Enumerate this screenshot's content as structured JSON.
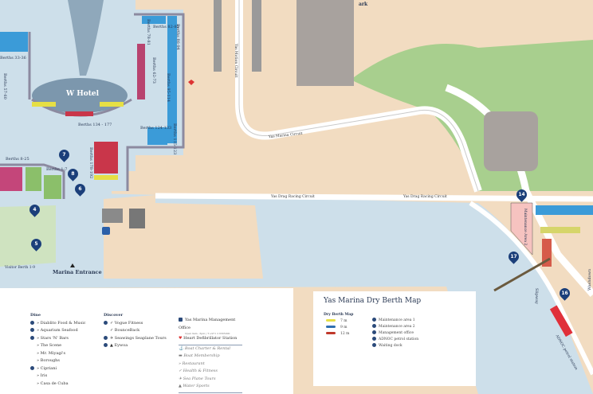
{
  "map": {
    "hotel": "W Hotel",
    "marina_entrance": "Marina Entrance",
    "visitor_berth": "Visitor Berth 1-9",
    "park_partial": "ark",
    "roads": {
      "yas_motion": "Yas Motion Circuit",
      "yas_marina": "Yas Marina Circuit",
      "drag_1": "Yas Drag Racing Circuit",
      "drag_2": "Yas Drag Racing Circuit"
    },
    "berths": [
      "Berths 33-36",
      "Berths 57-60",
      "Berths 134 - 177",
      "Berths 78-81",
      "Berths 82-85",
      "Berths 86-94",
      "Berths 62-73",
      "Berths 95-114",
      "Berths 124-133",
      "Berths 115-123",
      "Berths 178-192",
      "Berths 8-25",
      "Berths 1-7"
    ],
    "pins": [
      "7",
      "8",
      "6",
      "4",
      "5",
      "14",
      "17",
      "16"
    ],
    "maintenance_area_2": "Maintenance Area 2",
    "slipway": "Slipway",
    "adnoc": "ADNOC petrol station",
    "washdown": "Washdown",
    "colors": {
      "water": "#cddfea",
      "sand": "#f2dcc1",
      "green": "#a8cf8e",
      "pin": "#1b3f7a",
      "yellow_berth": "#e6df45",
      "blue_berth": "#2f8fd0",
      "red_berth": "#c9364a"
    }
  },
  "legend": {
    "dine": {
      "heading": "Dine",
      "items": [
        "Diablito Food & Music",
        "Aquarium Seafood",
        "Stars 'N' Bars",
        "The Scene",
        "Mr. Miyagi's",
        "Boroughs",
        "Cipriani",
        "Iris",
        "Casa de Cuba"
      ]
    },
    "discover": {
      "heading": "Discover",
      "items": [
        "Vogue Fitness",
        "BounceBack",
        "Seawings Seaplane Tours",
        "Eywoa"
      ]
    },
    "office": {
      "label": "Yas Marina Management Office",
      "hours": "Open 9am - 6pm | T:+971 2 6565000"
    },
    "defib": "Heart Defibrillator Station",
    "categories": [
      "Boat Charter & Rental",
      "Boat Membership",
      "Restaurant",
      "Health & Fitness",
      "Sea Plane Tours",
      "Water Sports"
    ]
  },
  "dry_berth": {
    "title": "Yas Marina Dry Berth Map",
    "subtitle": "Dry Berth Map",
    "sizes": [
      {
        "label": "7 m",
        "color": "#e6df45"
      },
      {
        "label": "9 m",
        "color": "#2f6fb0"
      },
      {
        "label": "12 m",
        "color": "#c0392b"
      }
    ],
    "facilities": [
      "Maintenance area 1",
      "Maintenance area 2",
      "Management office",
      "ADNOC petrol station",
      "Waiting dock"
    ]
  }
}
